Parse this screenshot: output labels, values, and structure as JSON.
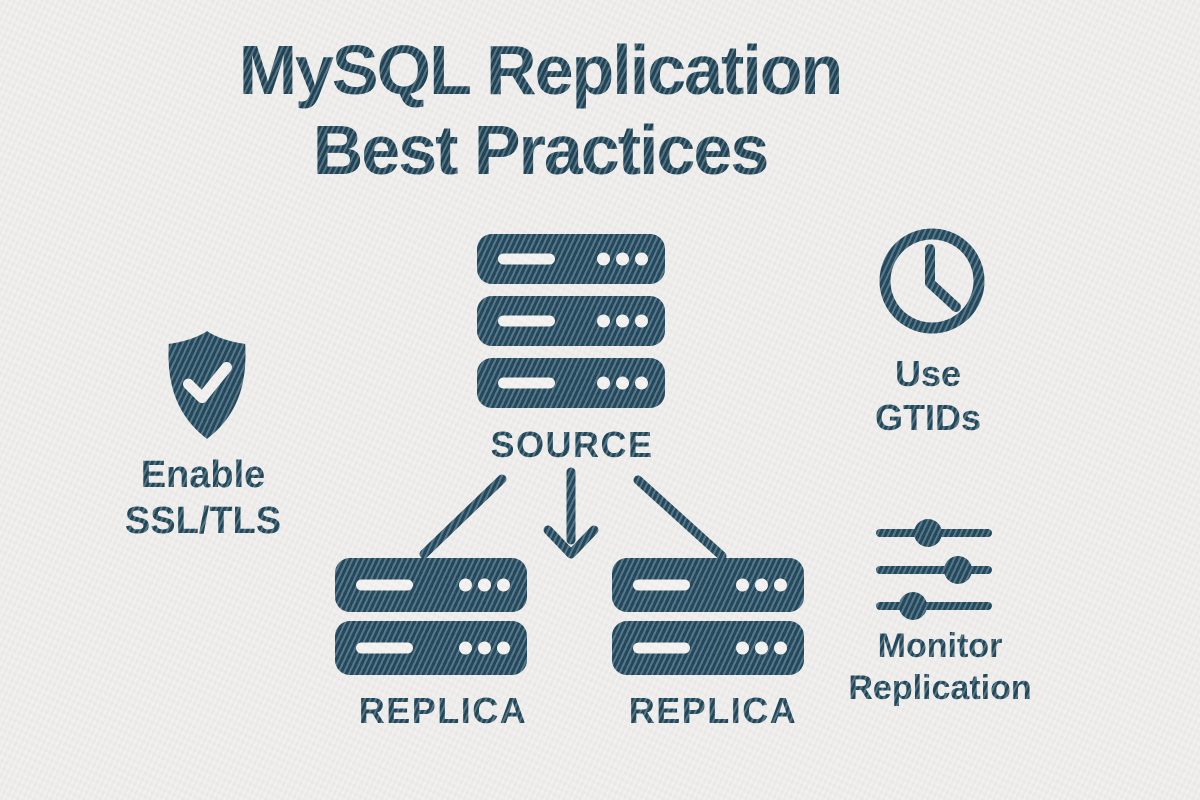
{
  "palette": {
    "background": "#edecea",
    "ink": "#21485d",
    "paper": "#f2f1ef"
  },
  "title": {
    "line1": "MySQL Replication",
    "line2": "Best Practices"
  },
  "topology": {
    "source": {
      "label": "SOURCE",
      "units": 3
    },
    "replicas": [
      {
        "label": "REPLICA",
        "units": 2
      },
      {
        "label": "REPLICA",
        "units": 2
      }
    ],
    "arrows": [
      "source-to-left-replica",
      "source-to-center-replica",
      "source-to-right-replica"
    ]
  },
  "tips": [
    {
      "icon": "shield-check-icon",
      "line1": "Enable",
      "line2": "SSL/TLS"
    },
    {
      "icon": "clock-icon",
      "line1": "Use",
      "line2": "GTIDs"
    },
    {
      "icon": "sliders-icon",
      "line1": "Monitor",
      "line2": "Replication"
    }
  ]
}
